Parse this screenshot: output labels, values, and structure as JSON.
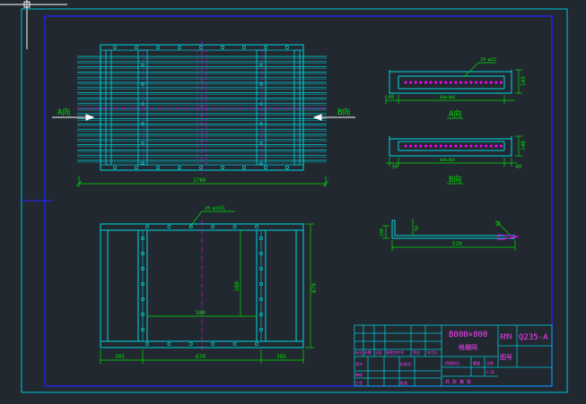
{
  "colors": {
    "background": "#212830",
    "frame": "#00c8d8",
    "border": "#2020ff",
    "geometry": "#00d8e0",
    "dimension": "#00e000",
    "centerline": "#ff00ff",
    "text_magenta": "#ff40ff",
    "white": "#ffffff"
  },
  "icons": [
    "ucs-crosshair-icon"
  ],
  "plan_view": {
    "total_width_dim": "1780",
    "left_arrow_label": "A向",
    "right_arrow_label": "B向"
  },
  "section_a": {
    "callout": "10-φ22",
    "dim_left": "40",
    "dim_height": "145",
    "dim_length": "800×800",
    "title": "A向"
  },
  "section_b": {
    "dim_left": "30",
    "dim_right": "40",
    "dim_height": "140",
    "dim_length": "800×800",
    "title": "B向"
  },
  "bent_plate": {
    "dim_height": "100",
    "dim_flange": "50",
    "dim_length": "520",
    "dim_tip": "60"
  },
  "frame_view": {
    "callout": "28-φ10孔",
    "dim_inner_height": "580",
    "dim_outer_height": "870",
    "dim_inner_width": "580",
    "dim_left": "305",
    "dim_middle": "670",
    "dim_right": "305"
  },
  "title_block": {
    "part_name_line1": "B800×800",
    "part_name_line2": "格栅网",
    "material_label": "材料",
    "material_value": "Q235-A",
    "drawing_label": "图号",
    "label_mark": "标记",
    "label_count": "处数",
    "label_zone": "分区",
    "label_change_doc": "更改文件号",
    "label_sign": "签名",
    "label_date": "年月日",
    "label_stage_mark": "阶段标记",
    "label_weight": "重量",
    "label_scale": "比例",
    "scale_value": "1:10",
    "label_design": "设计",
    "label_standardize": "标准化",
    "label_review": "审核",
    "label_process": "工艺",
    "label_approve": "批准",
    "sheet_text": "共  张 第  张"
  }
}
